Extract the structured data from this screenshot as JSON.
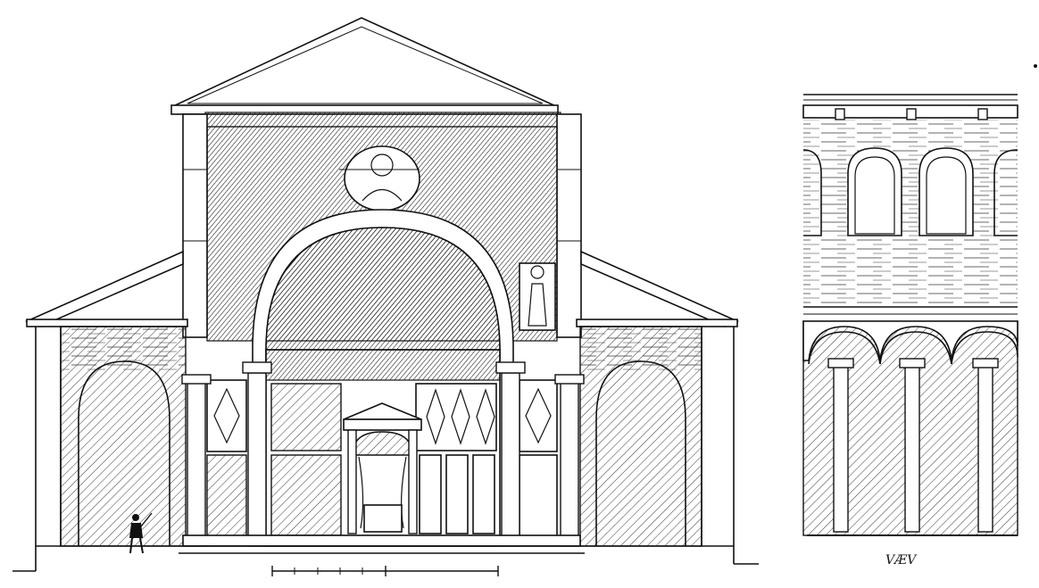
{
  "figure": {
    "main_drawing": "basilica-cross-section",
    "side_drawing": "nave-wall-elevation",
    "signature": "VÆV"
  }
}
